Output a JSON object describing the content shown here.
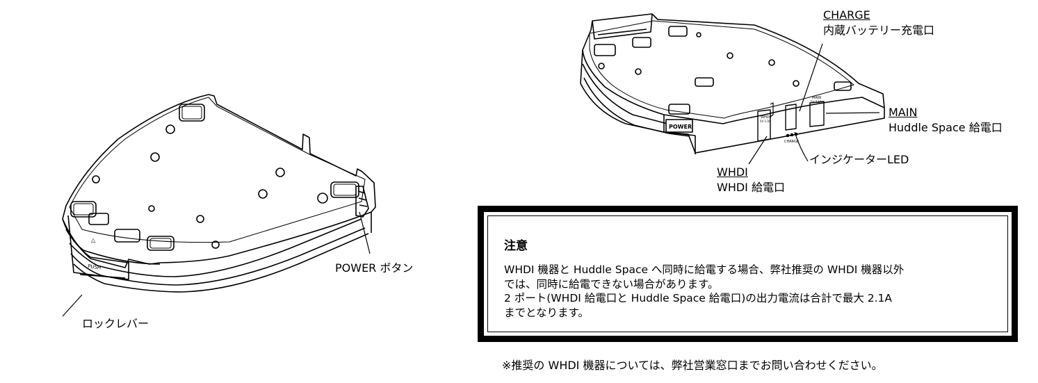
{
  "left_figure": {
    "lock_lever_label": "ロックレバー",
    "power_button_label": "POWER ボタン",
    "device_push_marking": "PUSH"
  },
  "right_figure": {
    "charge": {
      "heading": "CHARGE",
      "description": "内蔵バッテリー充電口"
    },
    "main": {
      "heading": "MAIN",
      "description": "Huddle Space 給電口"
    },
    "indicator_label": "インジケーターLED",
    "whdi": {
      "heading": "WHDI",
      "description": "WHDI 給電口"
    },
    "device_power_marking": "POWER",
    "device_charge_marking": "CHARGE",
    "device_main_marking": "MAIN",
    "device_main_sub_marking": "5V 2.1A",
    "device_whdi_marking": "WHDI",
    "device_whdi_sub_marking": "5V 1.0A"
  },
  "notice": {
    "title": "注意",
    "lines": [
      "WHDI 機器と Huddle Space へ同時に給電する場合、弊社推奨の WHDI 機器以外",
      "では、同時に給電できない場合があります。",
      "2 ポート(WHDI 給電口と Huddle Space 給電口)の出力電流は合計で最大 2.1A",
      "までとなります。"
    ]
  },
  "footnote": "※推奨の WHDI 機器については、弊社営業窓口までお問い合わせください。"
}
